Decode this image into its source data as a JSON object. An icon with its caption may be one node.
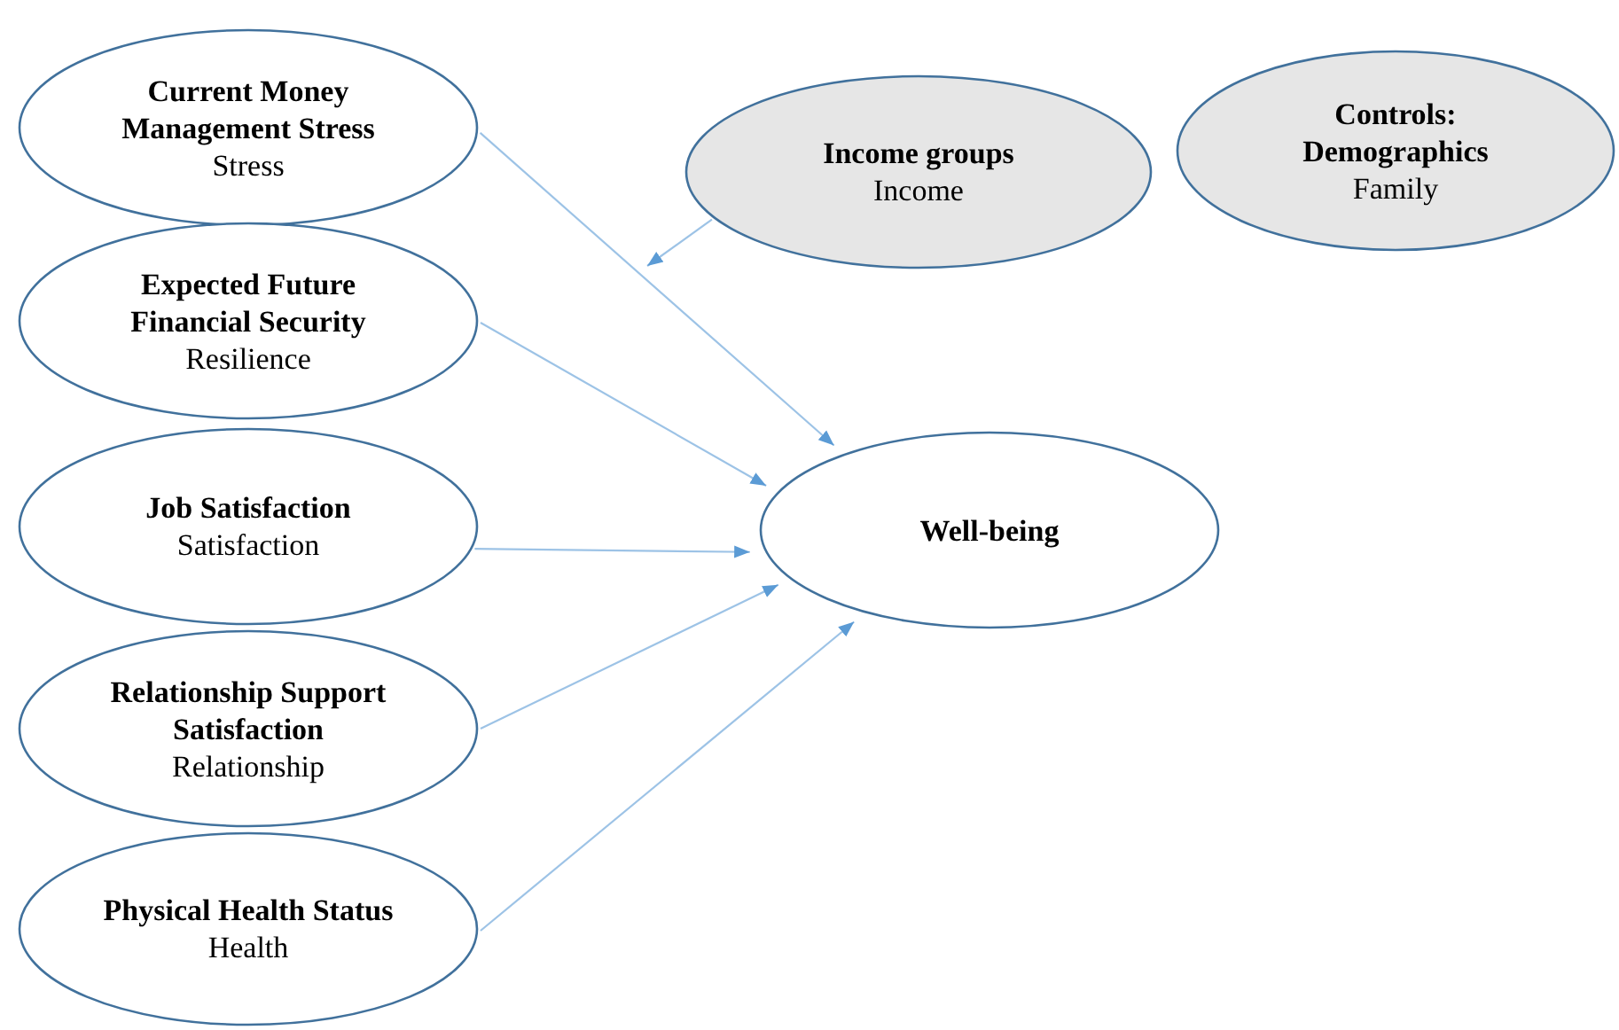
{
  "diagram": {
    "nodes": [
      {
        "text": [
          "Current Money Management Stress",
          "Stress"
        ]
      },
      {
        "text": [
          "Income groups",
          "Income"
        ]
      },
      {
        "text": [
          "Controls: Demographics",
          "Family"
        ]
      },
      {
        "text": [
          "Expected Future Financial Security",
          "Resilience"
        ]
      },
      {
        "text": [
          "Job Satisfaction",
          "Satisfaction"
        ]
      },
      {
        "text": [
          "Well-being"
        ]
      },
      {
        "text": [
          "Relationship Support Satisfaction",
          "Relationship"
        ]
      },
      {
        "text": [
          "Physical Health Status",
          "Health"
        ]
      }
    ],
    "edges": [
      {
        "from": 0,
        "to": 5,
        "arrow": "to"
      },
      {
        "from": 3,
        "to": 5,
        "arrow": "to"
      },
      {
        "from": 4,
        "to": 5,
        "arrow": "to"
      },
      {
        "from": 6,
        "to": 5,
        "arrow": "to"
      },
      {
        "from": 7,
        "to": 5,
        "arrow": "to"
      },
      {
        "from": 1,
        "to": null,
        "arrow": "to"
      }
    ]
  }
}
